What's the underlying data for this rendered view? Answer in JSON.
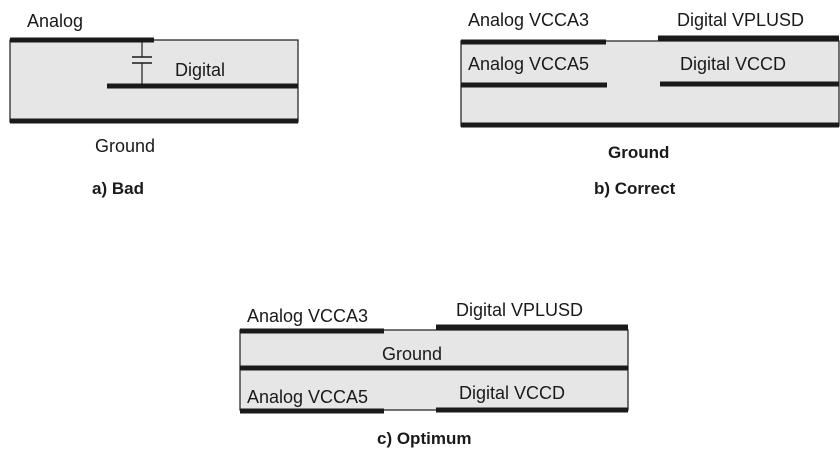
{
  "diagrams": {
    "a": {
      "caption": "a) Bad",
      "analog_label": "Analog",
      "digital_label": "Digital",
      "ground_label": "Ground"
    },
    "b": {
      "caption": "b) Correct",
      "analog_vcca3_label": "Analog VCCA3",
      "digital_vplusd_label": "Digital VPLUSD",
      "analog_vcca5_label": "Analog VCCA5",
      "digital_vccd_label": "Digital VCCD",
      "ground_label": "Ground"
    },
    "c": {
      "caption": "c) Optimum",
      "analog_vcca3_label": "Analog VCCA3",
      "digital_vplusd_label": "Digital VPLUSD",
      "ground_label": "Ground",
      "analog_vcca5_label": "Analog VCCA5",
      "digital_vccd_label": "Digital VCCD"
    }
  },
  "colors": {
    "board_fill": "#e6e6e6",
    "plane": "#1a1a1a",
    "background": "#ffffff"
  }
}
